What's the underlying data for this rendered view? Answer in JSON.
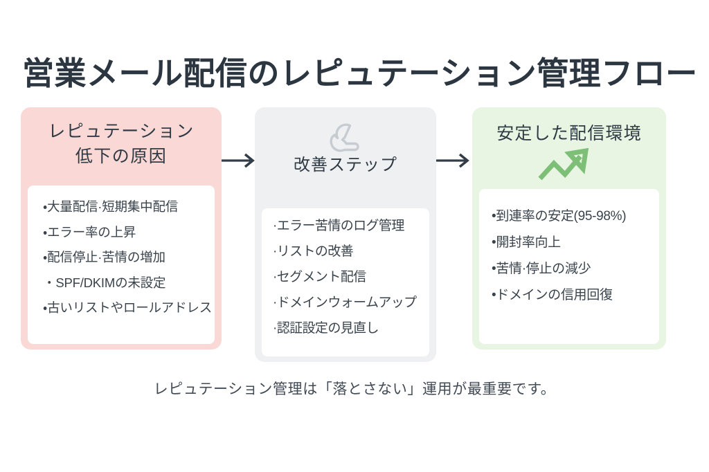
{
  "title": "営業メール配信のレピュテーション管理フロー",
  "caption": "レピュテーション管理は「落とさない」運用が最重要です。",
  "colors": {
    "background": "#ffffff",
    "title_text": "#2b3640",
    "body_text": "#3a434c",
    "card_causes_bg": "#fad8d5",
    "card_steps_bg": "#eef0f2",
    "card_results_bg": "#e8f5e2",
    "panel_bg": "#ffffff",
    "arrow": "#333d47",
    "wrench_icon": "#c6ccd2",
    "trend_icon": "#7dbf76"
  },
  "cards": [
    {
      "id": "causes",
      "heading_line1": "レピュテーション",
      "heading_line2": "低下の原因",
      "icon": null,
      "items": [
        "大量配信·短期集中配信",
        "エラー率の上昇",
        "配信停止·苦情の増加",
        "SPF/DKIMの未設定",
        "古いリストやロールアドレス"
      ]
    },
    {
      "id": "steps",
      "heading_line1": "改善ステップ",
      "heading_line2": "",
      "icon": "wrench-icon",
      "items": [
        "エラー苦情のログ管理",
        "リストの改善",
        "セグメント配信",
        "ドメインウォームアップ",
        "認証設定の見直し"
      ]
    },
    {
      "id": "results",
      "heading_line1": "安定した配信環境",
      "heading_line2": "",
      "icon": "trending-up-icon",
      "items": [
        "到連率の安定(95-98%)",
        "開封率向上",
        "苦情·停止の減少",
        "ドメインの信用回復"
      ]
    }
  ],
  "connectors": [
    {
      "id": "arrow-1",
      "icon": "arrow-right-icon"
    },
    {
      "id": "arrow-2",
      "icon": "arrow-right-icon"
    }
  ]
}
